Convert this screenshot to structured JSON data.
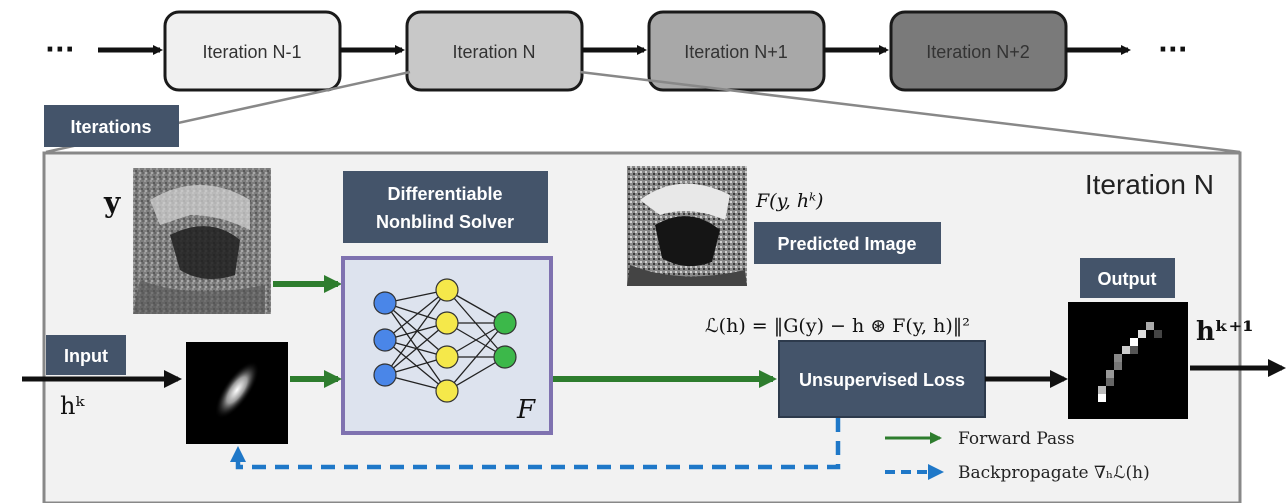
{
  "pipeline": {
    "leading_ellipsis": "···",
    "trailing_ellipsis": "···",
    "iterations": [
      {
        "label": "Iteration N-1",
        "fill": "#f0f0f0"
      },
      {
        "label": "Iteration N",
        "fill": "#c8c8c8"
      },
      {
        "label": "Iteration N+1",
        "fill": "#a8a8a8"
      },
      {
        "label": "Iteration N+2",
        "fill": "#7a7a7a"
      }
    ]
  },
  "iterations_tag": "Iterations",
  "panel": {
    "title": "Iteration N",
    "observed_symbol": "y",
    "solver_tag_line1": "Differentiable",
    "solver_tag_line2": "Nonblind Solver",
    "solver_symbol": "F",
    "predicted_formula": "F(y, hᵏ)",
    "predicted_tag": "Predicted Image",
    "loss_formula": "ℒ(h) = ‖G(y) − h ⊛ F(y, h)‖²",
    "loss_box": "Unsupervised Loss",
    "output_tag": "Output",
    "output_symbol": "hᵏ⁺¹",
    "input_tag": "Input",
    "input_symbol": "hᵏ"
  },
  "legend": {
    "forward": "Forward Pass",
    "backprop": "Backpropagate ∇ₕℒ(h)"
  },
  "colors": {
    "tag_bg": "#44546a",
    "forward": "#2e7d2e",
    "backprop": "#1f78c8",
    "panel_bg": "#f2f2f2",
    "solver_fill": "#dde3ee",
    "solver_border": "#7f72b0",
    "node_input": "#4a86e8",
    "node_hidden": "#f5e84a",
    "node_output": "#3cb84a"
  }
}
